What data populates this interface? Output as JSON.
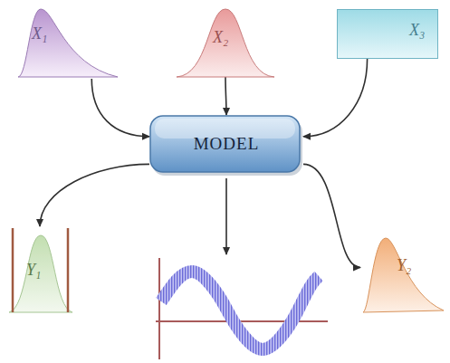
{
  "diagram": {
    "nodes": [
      {
        "text": [
          "X₁"
        ]
      },
      {
        "text": [
          "X₂"
        ]
      },
      {
        "text": [
          "X₃"
        ]
      },
      {
        "text": [
          "MODEL"
        ]
      },
      {
        "text": [
          "Y₁"
        ]
      },
      {
        "text": [
          "Y₂"
        ]
      }
    ],
    "edges": [
      {
        "from": 0,
        "to": 3,
        "arrow": "to"
      },
      {
        "from": 1,
        "to": 3,
        "arrow": "to"
      },
      {
        "from": 2,
        "to": 3,
        "arrow": "to"
      },
      {
        "from": 3,
        "to": 4,
        "arrow": "to"
      },
      {
        "from": 3,
        "to": 5,
        "arrow": "to"
      }
    ]
  }
}
